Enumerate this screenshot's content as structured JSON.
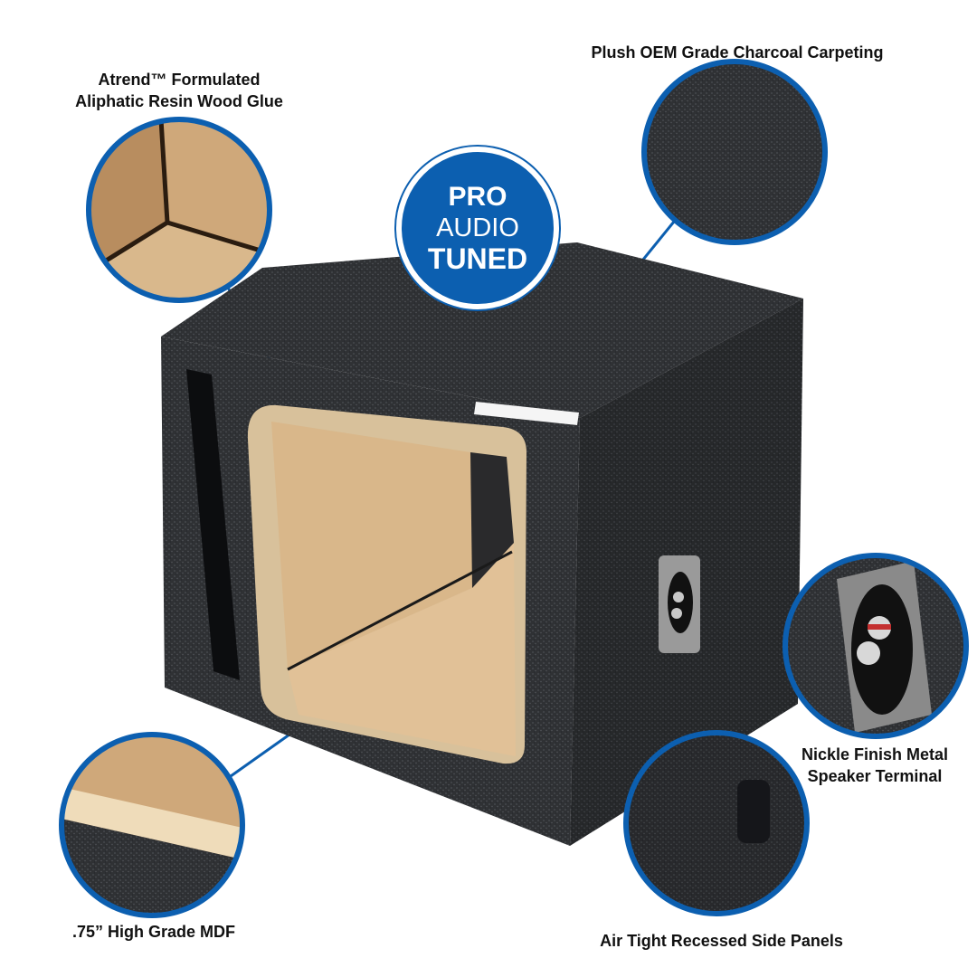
{
  "badge": {
    "line1": "PRO",
    "line2": "AUDIO",
    "line3": "TUNED",
    "color": "#0c5fb0"
  },
  "callouts": {
    "glue": {
      "line1": "Atrend™ Formulated",
      "line2": "Aliphatic Resin Wood Glue",
      "icon": "wood-glue-closeup-icon"
    },
    "carpet": {
      "line1": "Plush OEM Grade Charcoal Carpeting",
      "icon": "carpet-closeup-icon"
    },
    "terminal": {
      "line1": "Nickle Finish Metal",
      "line2": "Speaker Terminal",
      "icon": "speaker-terminal-closeup-icon"
    },
    "mdf": {
      "line1": ".75” High Grade MDF",
      "icon": "mdf-edge-closeup-icon"
    },
    "panels": {
      "line1": "Air Tight Recessed Side Panels",
      "icon": "side-panel-closeup-icon"
    }
  },
  "colors": {
    "accent": "#0c5fb0",
    "carpet": "#2f3134",
    "mdf": "#d9b78a"
  }
}
